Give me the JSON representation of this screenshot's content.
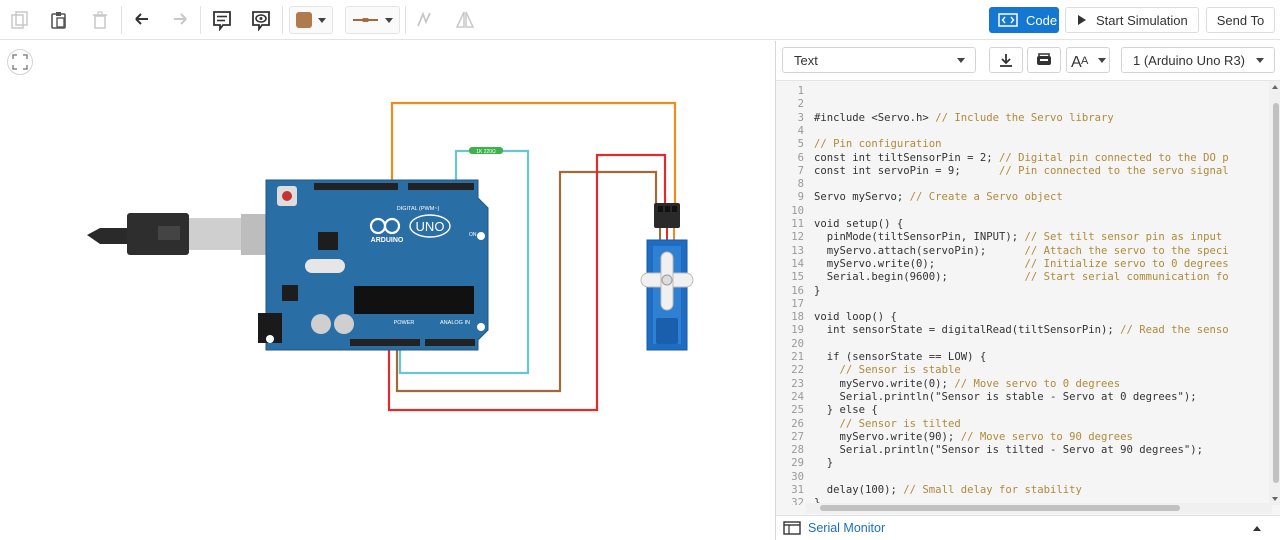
{
  "toolbar": {
    "code_label": "Code",
    "start_simulation_label": "Start Simulation",
    "send_to_label": "Send To",
    "fill_color": "#b07a4c",
    "accent": "#1477d1"
  },
  "code_panel": {
    "mode": "Text",
    "device": "1 (Arduino Uno R3)",
    "serial_monitor_label": "Serial Monitor"
  },
  "code_lines": [
    {
      "n": "1",
      "code": "",
      "comment": ""
    },
    {
      "n": "2",
      "code": "",
      "comment": ""
    },
    {
      "n": "3",
      "code": "#include <Servo.h> ",
      "comment": "// Include the Servo library"
    },
    {
      "n": "4",
      "code": "",
      "comment": ""
    },
    {
      "n": "5",
      "code": "",
      "comment": "// Pin configuration"
    },
    {
      "n": "6",
      "code": "const int tiltSensorPin = 2; ",
      "comment": "// Digital pin connected to the DO p"
    },
    {
      "n": "7",
      "code": "const int servoPin = 9;      ",
      "comment": "// Pin connected to the servo signal"
    },
    {
      "n": "8",
      "code": "",
      "comment": ""
    },
    {
      "n": "9",
      "code": "Servo myServo; ",
      "comment": "// Create a Servo object"
    },
    {
      "n": "10",
      "code": "",
      "comment": ""
    },
    {
      "n": "11",
      "code": "void setup() {",
      "comment": ""
    },
    {
      "n": "12",
      "code": "  pinMode(tiltSensorPin, INPUT); ",
      "comment": "// Set tilt sensor pin as input"
    },
    {
      "n": "13",
      "code": "  myServo.attach(servoPin);      ",
      "comment": "// Attach the servo to the speci"
    },
    {
      "n": "14",
      "code": "  myServo.write(0);              ",
      "comment": "// Initialize servo to 0 degrees"
    },
    {
      "n": "15",
      "code": "  Serial.begin(9600);            ",
      "comment": "// Start serial communication fo"
    },
    {
      "n": "16",
      "code": "}",
      "comment": ""
    },
    {
      "n": "17",
      "code": "",
      "comment": ""
    },
    {
      "n": "18",
      "code": "void loop() {",
      "comment": ""
    },
    {
      "n": "19",
      "code": "  int sensorState = digitalRead(tiltSensorPin); ",
      "comment": "// Read the senso"
    },
    {
      "n": "20",
      "code": "",
      "comment": ""
    },
    {
      "n": "21",
      "code": "  if (sensorState == LOW) {",
      "comment": ""
    },
    {
      "n": "22",
      "code": "    ",
      "comment": "// Sensor is stable"
    },
    {
      "n": "23",
      "code": "    myServo.write(0); ",
      "comment": "// Move servo to 0 degrees"
    },
    {
      "n": "24",
      "code": "    Serial.println(\"Sensor is stable - Servo at 0 degrees\");",
      "comment": ""
    },
    {
      "n": "25",
      "code": "  } else {",
      "comment": ""
    },
    {
      "n": "26",
      "code": "    ",
      "comment": "// Sensor is tilted"
    },
    {
      "n": "27",
      "code": "    myServo.write(90); ",
      "comment": "// Move servo to 90 degrees"
    },
    {
      "n": "28",
      "code": "    Serial.println(\"Sensor is tilted - Servo at 90 degrees\");",
      "comment": ""
    },
    {
      "n": "29",
      "code": "  }",
      "comment": ""
    },
    {
      "n": "30",
      "code": "",
      "comment": ""
    },
    {
      "n": "31",
      "code": "  delay(100); ",
      "comment": "// Small delay for stability"
    },
    {
      "n": "32",
      "code": "}",
      "comment": ""
    }
  ],
  "board": {
    "uno_text": "UNO",
    "brand_text": "ARDUINO",
    "digital_label": "DIGITAL (PWM~)",
    "power_label": "POWER",
    "analog_label": "ANALOG IN",
    "on_label": "ON",
    "resistor_label": "1K 220Ω"
  }
}
